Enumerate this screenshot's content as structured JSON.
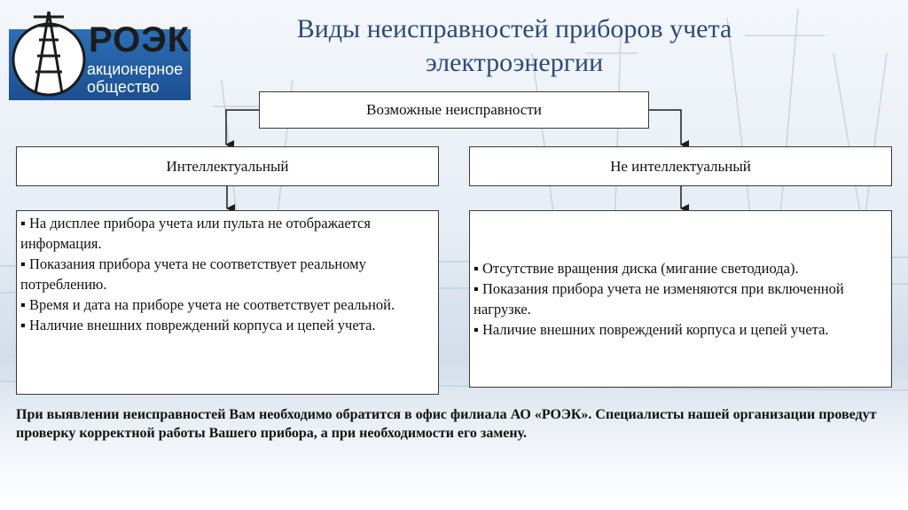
{
  "logo": {
    "name": "РОЭК",
    "subtitle_line1": "акционерное",
    "subtitle_line2": "общество"
  },
  "title": "Виды неисправностей приборов учета электроэнергии",
  "root_node": {
    "label": "Возможные неисправности"
  },
  "categories": [
    {
      "label": "Интеллектуальный",
      "items": [
        "▪ На дисплее прибора учета или пульта не отображается информация.",
        "▪ Показания прибора учета не соответствует реальному потреблению.",
        "▪ Время и дата на приборе учета не соответствует реальной.",
        "▪ Наличие внешних повреждений корпуса и цепей учета."
      ]
    },
    {
      "label": "Не интеллектуальный",
      "items": [
        "▪ Отсутствие вращения диска (мигание светодиода).",
        "▪ Показания прибора учета не изменяются при включенной нагрузке.",
        "▪ Наличие внешних повреждений корпуса и цепей учета."
      ]
    }
  ],
  "footer_note": "При выявлении неисправностей Вам необходимо обратится в офис филиала АО «РОЭК». Специалисты нашей организации проведут проверку корректной работы Вашего прибора, а при необходимости его замену.",
  "colors": {
    "title": "#2b4a7e",
    "logo_badge": "#1a4f91",
    "border": "#3a3a3a"
  }
}
